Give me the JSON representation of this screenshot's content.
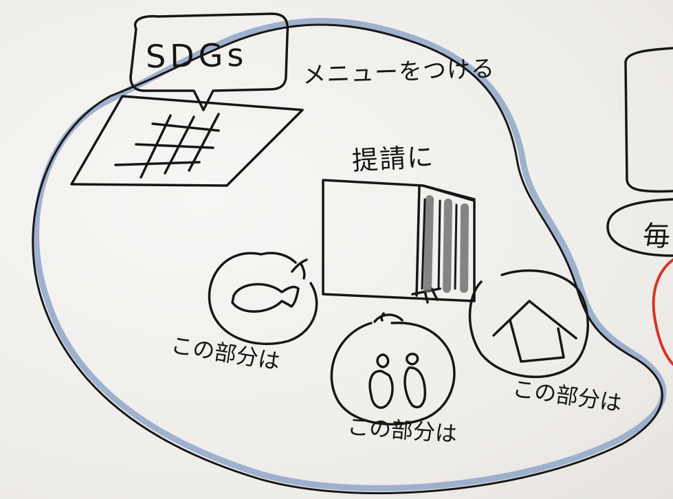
{
  "texts": {
    "sdgs": "SDGs",
    "menu_note": "メニューをつける",
    "teikyo": "提請に",
    "caption_fish": "この部分は",
    "caption_people": "この部分は",
    "caption_house": "この部分は",
    "edge_fragment": "毎"
  },
  "colors": {
    "ink": "#161616",
    "blue_outline": "#8fa6c8",
    "red_outline": "#d8322c",
    "paper": "#f1efec"
  },
  "icons": [
    "speech-bubble-icon",
    "grid-sheet-icon",
    "building-icon",
    "fish-icon",
    "people-icon",
    "house-icon"
  ]
}
